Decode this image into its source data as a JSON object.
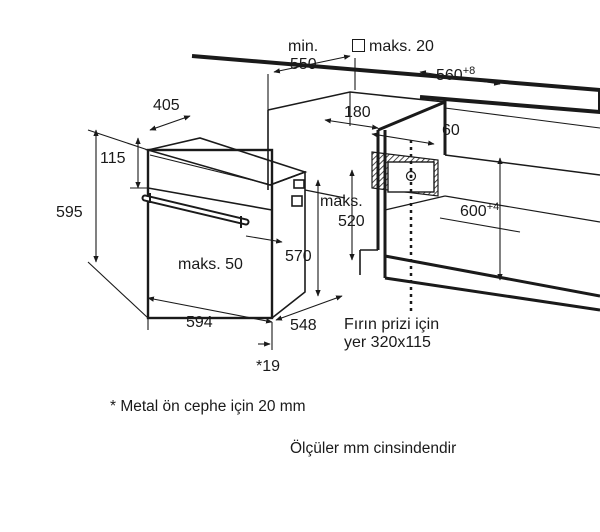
{
  "diagram": {
    "dimensions": {
      "min_label": "min.",
      "min_value": "550",
      "max_niche_prefix": "maks.",
      "max_niche_value": "20",
      "niche_width": "560",
      "niche_width_tol": "+8",
      "depth_405": "405",
      "dim_180": "180",
      "dim_60": "60",
      "front_top": "115",
      "height_595": "595",
      "niche_height": "600",
      "niche_height_tol": "+4",
      "max_520_label": "maks.",
      "max_520_value": "520",
      "dim_570": "570",
      "max_50": "maks. 50",
      "width_594": "594",
      "depth_548": "548",
      "footnote_ref": "*19"
    },
    "socket_note_line1": "Fırın prizi için",
    "socket_note_line2": "yer 320x115"
  },
  "notes": {
    "metal_front": "* Metal ön cephe için 20 mm",
    "units": "Ölçüler mm cinsindendir"
  }
}
